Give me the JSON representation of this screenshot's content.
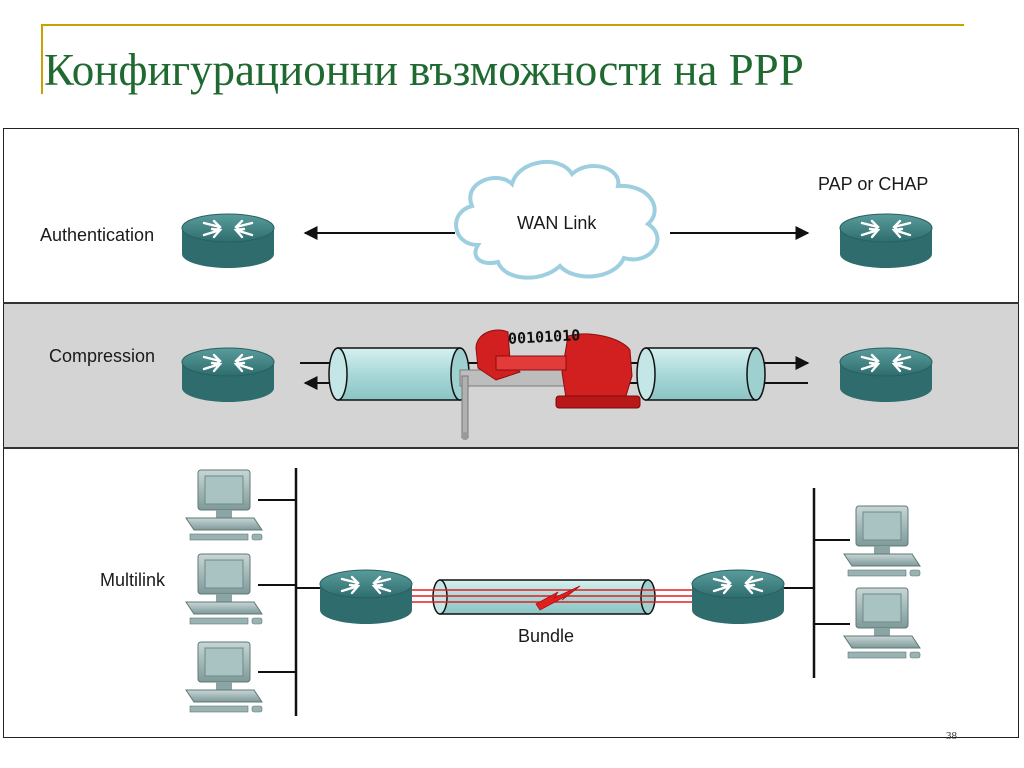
{
  "slide": {
    "title": "Конфигурационни възможности на PPP",
    "page_number": "38"
  },
  "diagram": {
    "authentication": {
      "label": "Authentication",
      "cloud_label": "WAN Link",
      "right_label": "PAP or CHAP"
    },
    "compression": {
      "label": "Compression",
      "bits": "00101010"
    },
    "multilink": {
      "label": "Multilink",
      "bundle_label": "Bundle"
    }
  },
  "colors": {
    "title": "#1f6a30",
    "accent_line": "#c8a300",
    "router": "#3f8586",
    "pipe": "#b6e0e0",
    "vise": "#d21f1f",
    "links": "#e02020",
    "band": "#d4d4d4"
  }
}
